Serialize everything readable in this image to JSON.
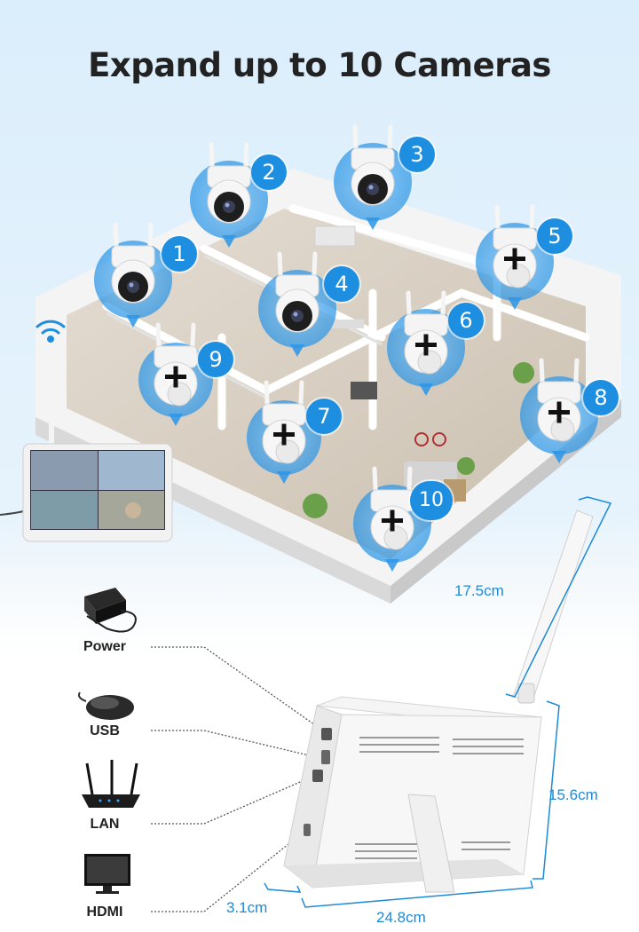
{
  "title": "Expand up to 10 Cameras",
  "cameras": [
    "1",
    "2",
    "3",
    "4",
    "5",
    "6",
    "7",
    "8",
    "9",
    "10"
  ],
  "ports": {
    "power": "Power",
    "usb": "USB",
    "lan": "LAN",
    "hdmi": "HDMI"
  },
  "dimensions": {
    "antenna": "17.5cm",
    "height": "15.6cm",
    "depth": "3.1cm",
    "width": "24.8cm"
  },
  "colors": {
    "accent": "#1e8fe0",
    "dimension": "#1c8ad8"
  }
}
